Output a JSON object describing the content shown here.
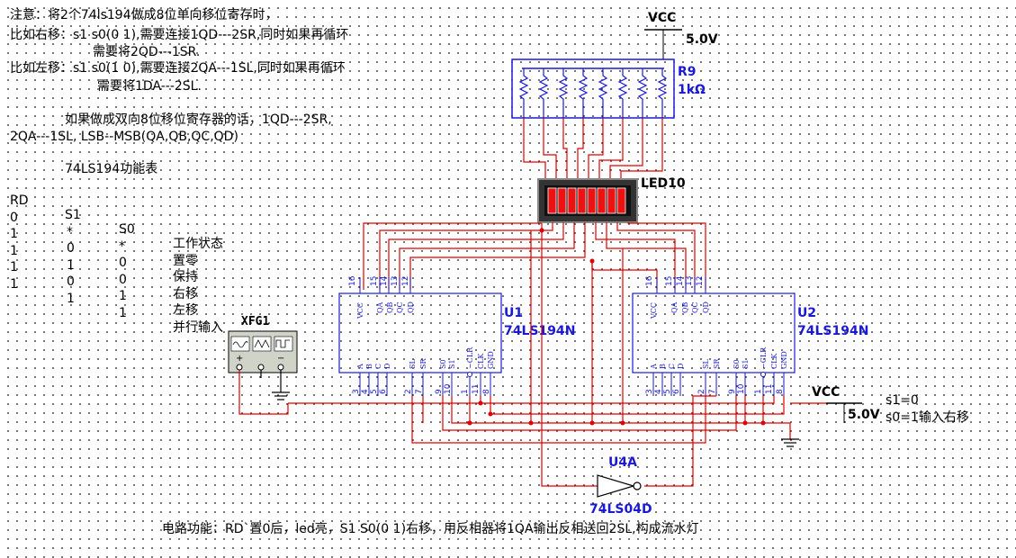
{
  "notes": {
    "line1": "注意：将2个74ls194做成8位单向移位寄存时，",
    "line2": "比如右移：s1 s0(0 1),需要连接1QD---2SR,同时如果再循环",
    "line3": "需要将2QD---1SR.",
    "line4": "比如左移：s1 s0(1 0),需要连接2QA---1SL,同时如果再循环",
    "line5": "需要将1DA---2SL.",
    "line6": "如果做成双向8位移位寄存器的话，1QD---2SR,",
    "line7": "2QA---1SL, LSB--MSB(QA,QB,QC,QD)"
  },
  "function_table": {
    "title": "74LS194功能表",
    "headers": [
      "RD",
      "S1",
      "S0",
      "工作状态"
    ],
    "rows": [
      [
        "0",
        "*",
        "*",
        "置零"
      ],
      [
        "1",
        "0",
        "0",
        "保持"
      ],
      [
        "1",
        "1",
        "0",
        "右移"
      ],
      [
        "1",
        "0",
        "1",
        "左移"
      ],
      [
        "1",
        "1",
        "1",
        "并行输入"
      ]
    ]
  },
  "components": {
    "vcc_top": {
      "label": "VCC",
      "value": "5.0V"
    },
    "resistor": {
      "ref": "R9",
      "value": "1kΩ"
    },
    "led": {
      "ref": "LED10"
    },
    "u1": {
      "ref": "U1",
      "part": "74LS194N"
    },
    "u2": {
      "ref": "U2",
      "part": "74LS194N"
    },
    "xfg": {
      "ref": "XFG1"
    },
    "vcc_right": {
      "label": "VCC",
      "value": "5.0V"
    },
    "inverter": {
      "ref": "U4A",
      "part": "74LS04D"
    }
  },
  "chip_pins": {
    "top_numbers": [
      "16",
      "15",
      "14",
      "13",
      "12"
    ],
    "top_names": [
      "VCC",
      "QA",
      "QB",
      "QC",
      "QD"
    ],
    "bottom_numbers": [
      "3",
      "4",
      "5",
      "6",
      "2",
      "7",
      "9",
      "10",
      "1",
      "11",
      "8"
    ],
    "bottom_names": [
      "A",
      "B",
      "C",
      "D",
      "SL",
      "SR",
      "S0",
      "S1",
      "~CLR",
      "CLK",
      "GND"
    ]
  },
  "side_note": {
    "line1": "s1=0",
    "line2": "s0=1输入右移"
  },
  "footer": "电路功能：RD`置0后，led亮，S1 S0(0 1)右移，用反相器将1QA输出反相送回2SL,构成流水灯",
  "colors": {
    "wire": "#e00000",
    "label_blue": "#1a1ad2",
    "chip_outline": "#1a1ad2",
    "led_on": "#ee1111",
    "led_body": "#333333"
  }
}
